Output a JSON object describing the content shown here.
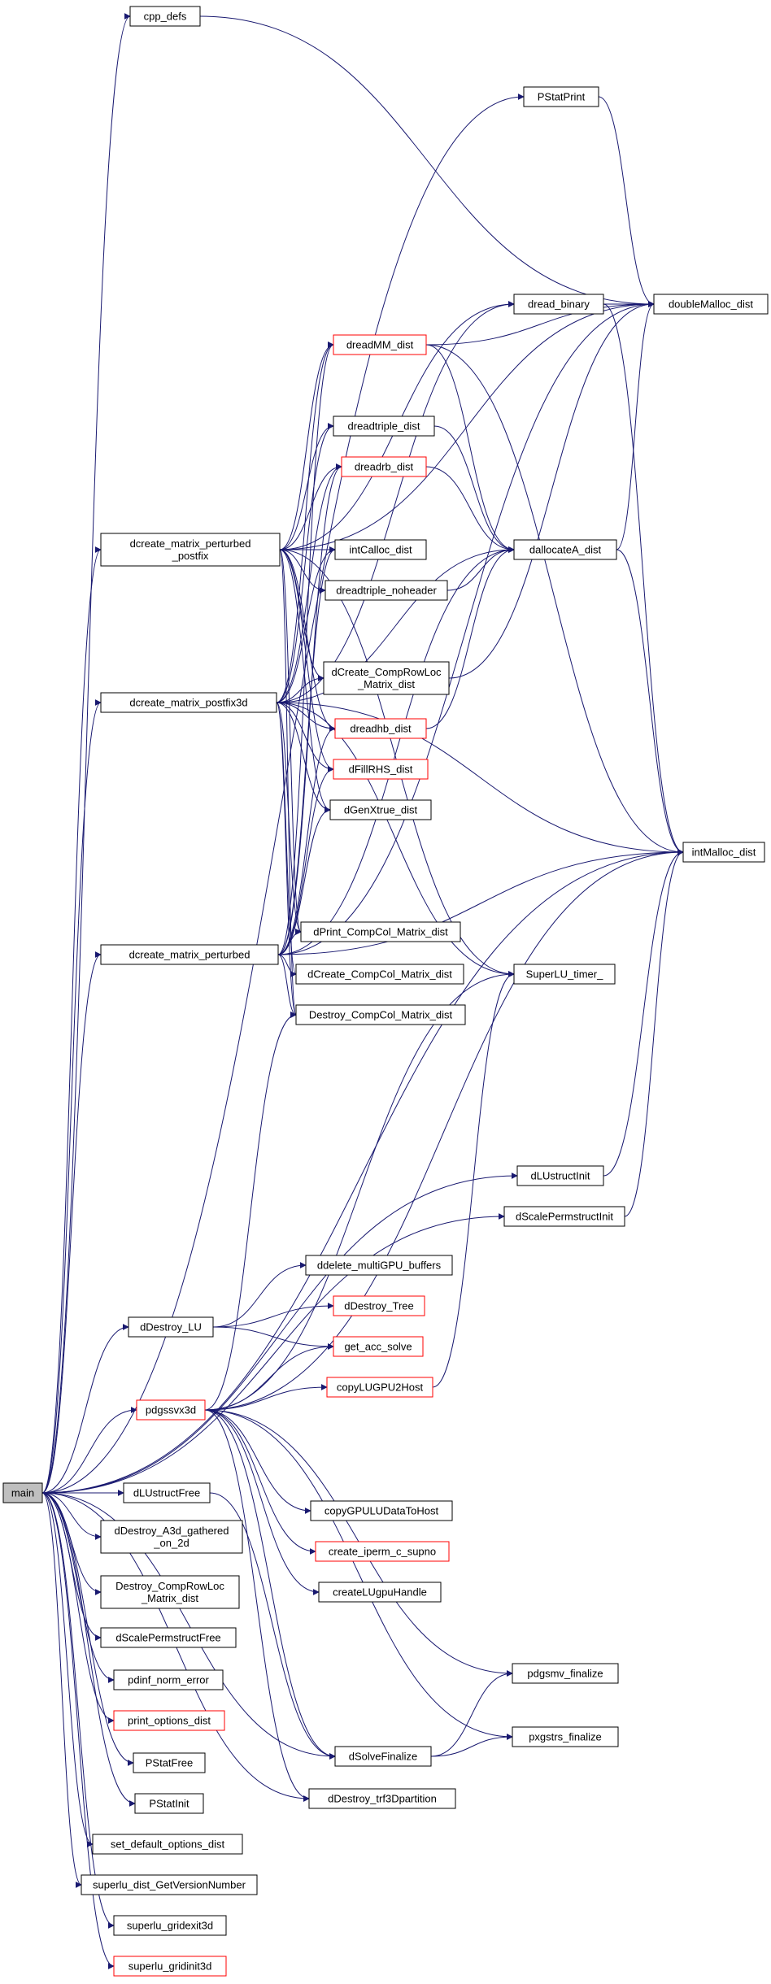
{
  "colors": {
    "edge": "#191970",
    "border": "#000000",
    "truncated_border": "#ff0000",
    "root_fill": "#bfbfbf",
    "background": "#ffffff"
  },
  "graph": {
    "root": "main",
    "nodes": [
      {
        "id": "main",
        "label": "main",
        "truncated": false
      },
      {
        "id": "cpp_defs",
        "label": "cpp_defs",
        "truncated": false
      },
      {
        "id": "PStatPrint",
        "label": "PStatPrint",
        "truncated": false
      },
      {
        "id": "dread_binary",
        "label": "dread_binary",
        "truncated": false
      },
      {
        "id": "doubleMalloc_dist",
        "label": "doubleMalloc_dist",
        "truncated": false
      },
      {
        "id": "dreadMM_dist",
        "label": "dreadMM_dist",
        "truncated": true
      },
      {
        "id": "dreadtriple_dist",
        "label": "dreadtriple_dist",
        "truncated": false
      },
      {
        "id": "dreadrb_dist",
        "label": "dreadrb_dist",
        "truncated": true
      },
      {
        "id": "dcreate_matrix_perturbed_postfix",
        "label": [
          "dcreate_matrix_perturbed",
          "_postfix"
        ],
        "truncated": false
      },
      {
        "id": "intCalloc_dist",
        "label": "intCalloc_dist",
        "truncated": false
      },
      {
        "id": "dallocateA_dist",
        "label": "dallocateA_dist",
        "truncated": false
      },
      {
        "id": "dreadtriple_noheader",
        "label": "dreadtriple_noheader",
        "truncated": false
      },
      {
        "id": "dCreate_CompRowLoc_Matrix_dist",
        "label": [
          "dCreate_CompRowLoc",
          "_Matrix_dist"
        ],
        "truncated": false
      },
      {
        "id": "dcreate_matrix_postfix3d",
        "label": "dcreate_matrix_postfix3d",
        "truncated": false
      },
      {
        "id": "dreadhb_dist",
        "label": "dreadhb_dist",
        "truncated": true
      },
      {
        "id": "dFillRHS_dist",
        "label": "dFillRHS_dist",
        "truncated": true
      },
      {
        "id": "dGenXtrue_dist",
        "label": "dGenXtrue_dist",
        "truncated": false
      },
      {
        "id": "intMalloc_dist",
        "label": "intMalloc_dist",
        "truncated": false
      },
      {
        "id": "dcreate_matrix_perturbed",
        "label": "dcreate_matrix_perturbed",
        "truncated": false
      },
      {
        "id": "dPrint_CompCol_Matrix_dist",
        "label": "dPrint_CompCol_Matrix_dist",
        "truncated": false
      },
      {
        "id": "dCreate_CompCol_Matrix_dist",
        "label": "dCreate_CompCol_Matrix_dist",
        "truncated": false
      },
      {
        "id": "SuperLU_timer_",
        "label": "SuperLU_timer_",
        "truncated": false
      },
      {
        "id": "Destroy_CompCol_Matrix_dist",
        "label": "Destroy_CompCol_Matrix_dist",
        "truncated": false
      },
      {
        "id": "dLUstructInit",
        "label": "dLUstructInit",
        "truncated": false
      },
      {
        "id": "dScalePermstructInit",
        "label": "dScalePermstructInit",
        "truncated": false
      },
      {
        "id": "ddelete_multiGPU_buffers",
        "label": "ddelete_multiGPU_buffers",
        "truncated": false
      },
      {
        "id": "dDestroy_LU",
        "label": "dDestroy_LU",
        "truncated": false
      },
      {
        "id": "dDestroy_Tree",
        "label": "dDestroy_Tree",
        "truncated": true
      },
      {
        "id": "get_acc_solve",
        "label": "get_acc_solve",
        "truncated": true
      },
      {
        "id": "pdgssvx3d",
        "label": "pdgssvx3d",
        "truncated": true
      },
      {
        "id": "copyLUGPU2Host",
        "label": "copyLUGPU2Host",
        "truncated": true
      },
      {
        "id": "dLUstructFree",
        "label": "dLUstructFree",
        "truncated": false
      },
      {
        "id": "copyGPULUDataToHost",
        "label": "copyGPULUDataToHost",
        "truncated": false
      },
      {
        "id": "dDestroy_A3d_gathered_on_2d",
        "label": [
          "dDestroy_A3d_gathered",
          "_on_2d"
        ],
        "truncated": false
      },
      {
        "id": "create_iperm_c_supno",
        "label": "create_iperm_c_supno",
        "truncated": true
      },
      {
        "id": "Destroy_CompRowLoc_Matrix_dist",
        "label": [
          "Destroy_CompRowLoc",
          "_Matrix_dist"
        ],
        "truncated": false
      },
      {
        "id": "createLUgpuHandle",
        "label": "createLUgpuHandle",
        "truncated": false
      },
      {
        "id": "dScalePermstructFree",
        "label": "dScalePermstructFree",
        "truncated": false
      },
      {
        "id": "pdgsmv_finalize",
        "label": "pdgsmv_finalize",
        "truncated": false
      },
      {
        "id": "pdinf_norm_error",
        "label": "pdinf_norm_error",
        "truncated": false
      },
      {
        "id": "print_options_dist",
        "label": "print_options_dist",
        "truncated": true
      },
      {
        "id": "pxgstrs_finalize",
        "label": "pxgstrs_finalize",
        "truncated": false
      },
      {
        "id": "dSolveFinalize",
        "label": "dSolveFinalize",
        "truncated": false
      },
      {
        "id": "PStatFree",
        "label": "PStatFree",
        "truncated": false
      },
      {
        "id": "dDestroy_trf3Dpartition",
        "label": "dDestroy_trf3Dpartition",
        "truncated": false
      },
      {
        "id": "PStatInit",
        "label": "PStatInit",
        "truncated": false
      },
      {
        "id": "set_default_options_dist",
        "label": "set_default_options_dist",
        "truncated": false
      },
      {
        "id": "superlu_dist_GetVersionNumber",
        "label": "superlu_dist_GetVersionNumber",
        "truncated": false
      },
      {
        "id": "superlu_gridexit3d",
        "label": "superlu_gridexit3d",
        "truncated": false
      },
      {
        "id": "superlu_gridinit3d",
        "label": "superlu_gridinit3d",
        "truncated": true
      }
    ],
    "edges": [
      [
        "main",
        "cpp_defs"
      ],
      [
        "main",
        "PStatPrint"
      ],
      [
        "main",
        "dcreate_matrix_perturbed_postfix"
      ],
      [
        "main",
        "dcreate_matrix_postfix3d"
      ],
      [
        "main",
        "dcreate_matrix_perturbed"
      ],
      [
        "main",
        "dLUstructInit"
      ],
      [
        "main",
        "dScalePermstructInit"
      ],
      [
        "main",
        "dDestroy_LU"
      ],
      [
        "main",
        "pdgssvx3d"
      ],
      [
        "main",
        "dLUstructFree"
      ],
      [
        "main",
        "dDestroy_A3d_gathered_on_2d"
      ],
      [
        "main",
        "Destroy_CompRowLoc_Matrix_dist"
      ],
      [
        "main",
        "dScalePermstructFree"
      ],
      [
        "main",
        "pdinf_norm_error"
      ],
      [
        "main",
        "print_options_dist"
      ],
      [
        "main",
        "PStatFree"
      ],
      [
        "main",
        "PStatInit"
      ],
      [
        "main",
        "set_default_options_dist"
      ],
      [
        "main",
        "superlu_dist_GetVersionNumber"
      ],
      [
        "main",
        "superlu_gridexit3d"
      ],
      [
        "main",
        "superlu_gridinit3d"
      ],
      [
        "main",
        "dSolveFinalize"
      ],
      [
        "main",
        "dDestroy_trf3Dpartition"
      ],
      [
        "main",
        "intMalloc_dist"
      ],
      [
        "PStatPrint",
        "doubleMalloc_dist"
      ],
      [
        "cpp_defs",
        "doubleMalloc_dist"
      ],
      [
        "dread_binary",
        "doubleMalloc_dist"
      ],
      [
        "dread_binary",
        "intMalloc_dist"
      ],
      [
        "dreadMM_dist",
        "doubleMalloc_dist"
      ],
      [
        "dreadMM_dist",
        "dallocateA_dist"
      ],
      [
        "dreadMM_dist",
        "intMalloc_dist"
      ],
      [
        "dreadtriple_dist",
        "dallocateA_dist"
      ],
      [
        "dreadrb_dist",
        "dallocateA_dist"
      ],
      [
        "dreadtriple_noheader",
        "dallocateA_dist"
      ],
      [
        "dreadhb_dist",
        "dallocateA_dist"
      ],
      [
        "dallocateA_dist",
        "doubleMalloc_dist"
      ],
      [
        "dallocateA_dist",
        "intMalloc_dist"
      ],
      [
        "dCreate_CompRowLoc_Matrix_dist",
        "doubleMalloc_dist"
      ],
      [
        "dcreate_matrix_perturbed_postfix",
        "dread_binary"
      ],
      [
        "dcreate_matrix_perturbed_postfix",
        "dreadMM_dist"
      ],
      [
        "dcreate_matrix_perturbed_postfix",
        "dreadtriple_dist"
      ],
      [
        "dcreate_matrix_perturbed_postfix",
        "dreadrb_dist"
      ],
      [
        "dcreate_matrix_perturbed_postfix",
        "intCalloc_dist"
      ],
      [
        "dcreate_matrix_perturbed_postfix",
        "dreadtriple_noheader"
      ],
      [
        "dcreate_matrix_perturbed_postfix",
        "dCreate_CompRowLoc_Matrix_dist"
      ],
      [
        "dcreate_matrix_perturbed_postfix",
        "dreadhb_dist"
      ],
      [
        "dcreate_matrix_perturbed_postfix",
        "dFillRHS_dist"
      ],
      [
        "dcreate_matrix_perturbed_postfix",
        "dGenXtrue_dist"
      ],
      [
        "dcreate_matrix_perturbed_postfix",
        "dPrint_CompCol_Matrix_dist"
      ],
      [
        "dcreate_matrix_perturbed_postfix",
        "Destroy_CompCol_Matrix_dist"
      ],
      [
        "dcreate_matrix_perturbed_postfix",
        "doubleMalloc_dist"
      ],
      [
        "dcreate_matrix_perturbed_postfix",
        "SuperLU_timer_"
      ],
      [
        "dcreate_matrix_postfix3d",
        "dread_binary"
      ],
      [
        "dcreate_matrix_postfix3d",
        "dreadMM_dist"
      ],
      [
        "dcreate_matrix_postfix3d",
        "dreadtriple_dist"
      ],
      [
        "dcreate_matrix_postfix3d",
        "dreadrb_dist"
      ],
      [
        "dcreate_matrix_postfix3d",
        "intCalloc_dist"
      ],
      [
        "dcreate_matrix_postfix3d",
        "dallocateA_dist"
      ],
      [
        "dcreate_matrix_postfix3d",
        "dCreate_CompRowLoc_Matrix_dist"
      ],
      [
        "dcreate_matrix_postfix3d",
        "dreadhb_dist"
      ],
      [
        "dcreate_matrix_postfix3d",
        "dFillRHS_dist"
      ],
      [
        "dcreate_matrix_postfix3d",
        "dGenXtrue_dist"
      ],
      [
        "dcreate_matrix_postfix3d",
        "intMalloc_dist"
      ],
      [
        "dcreate_matrix_postfix3d",
        "dPrint_CompCol_Matrix_dist"
      ],
      [
        "dcreate_matrix_postfix3d",
        "dCreate_CompCol_Matrix_dist"
      ],
      [
        "dcreate_matrix_postfix3d",
        "SuperLU_timer_"
      ],
      [
        "dcreate_matrix_postfix3d",
        "Destroy_CompCol_Matrix_dist"
      ],
      [
        "dcreate_matrix_perturbed",
        "dreadMM_dist"
      ],
      [
        "dcreate_matrix_perturbed",
        "dreadrb_dist"
      ],
      [
        "dcreate_matrix_perturbed",
        "intCalloc_dist"
      ],
      [
        "dcreate_matrix_perturbed",
        "dreadhb_dist"
      ],
      [
        "dcreate_matrix_perturbed",
        "dFillRHS_dist"
      ],
      [
        "dcreate_matrix_perturbed",
        "dGenXtrue_dist"
      ],
      [
        "dcreate_matrix_perturbed",
        "dPrint_CompCol_Matrix_dist"
      ],
      [
        "dcreate_matrix_perturbed",
        "dCreate_CompCol_Matrix_dist"
      ],
      [
        "dcreate_matrix_perturbed",
        "Destroy_CompCol_Matrix_dist"
      ],
      [
        "dcreate_matrix_perturbed",
        "dallocateA_dist"
      ],
      [
        "dcreate_matrix_perturbed",
        "doubleMalloc_dist"
      ],
      [
        "dcreate_matrix_perturbed",
        "intMalloc_dist"
      ],
      [
        "dLUstructInit",
        "intMalloc_dist"
      ],
      [
        "dScalePermstructInit",
        "intMalloc_dist"
      ],
      [
        "dDestroy_LU",
        "ddelete_multiGPU_buffers"
      ],
      [
        "dDestroy_LU",
        "dDestroy_Tree"
      ],
      [
        "dDestroy_LU",
        "get_acc_solve"
      ],
      [
        "pdgssvx3d",
        "Destroy_CompCol_Matrix_dist"
      ],
      [
        "pdgssvx3d",
        "get_acc_solve"
      ],
      [
        "pdgssvx3d",
        "copyLUGPU2Host"
      ],
      [
        "pdgssvx3d",
        "copyGPULUDataToHost"
      ],
      [
        "pdgssvx3d",
        "create_iperm_c_supno"
      ],
      [
        "pdgssvx3d",
        "createLUgpuHandle"
      ],
      [
        "pdgssvx3d",
        "SuperLU_timer_"
      ],
      [
        "pdgssvx3d",
        "pdgsmv_finalize"
      ],
      [
        "pdgssvx3d",
        "pxgstrs_finalize"
      ],
      [
        "pdgssvx3d",
        "dSolveFinalize"
      ],
      [
        "pdgssvx3d",
        "dDestroy_trf3Dpartition"
      ],
      [
        "pdgssvx3d",
        "intMalloc_dist"
      ],
      [
        "copyLUGPU2Host",
        "SuperLU_timer_"
      ],
      [
        "dLUstructFree",
        "dSolveFinalize"
      ],
      [
        "dSolveFinalize",
        "pdgsmv_finalize"
      ],
      [
        "dSolveFinalize",
        "pxgstrs_finalize"
      ]
    ]
  }
}
